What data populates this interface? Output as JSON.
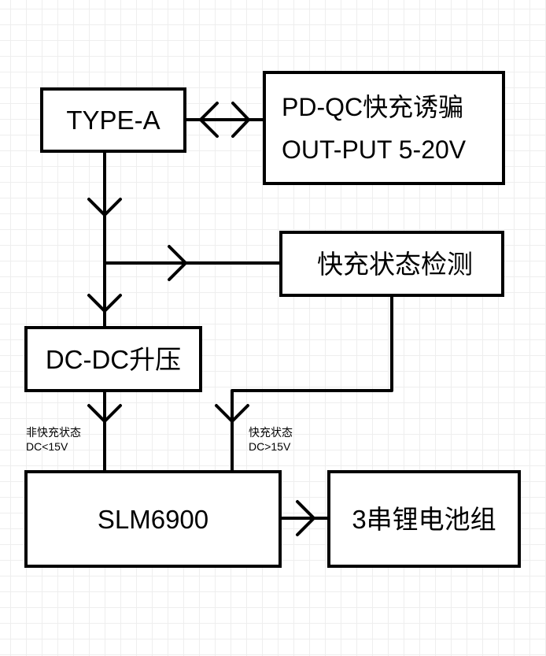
{
  "diagram": {
    "type": "block-diagram",
    "nodes": {
      "type_a": {
        "label": "TYPE-A"
      },
      "pd_qc": {
        "line1": "PD-QC快充诱骗",
        "line2": "OUT-PUT 5-20V"
      },
      "fast_detect": {
        "label": "快充状态检测"
      },
      "dcdc": {
        "label": "DC-DC升压"
      },
      "slm6900": {
        "label": "SLM6900"
      },
      "battery": {
        "label": "3串锂电池组"
      }
    },
    "edge_labels": {
      "non_fast": {
        "line1": "非快充状态",
        "line2": "DC<15V"
      },
      "fast": {
        "line1": "快充状态",
        "line2": "DC>15V"
      }
    },
    "edges": [
      {
        "from": "type_a",
        "to": "pd_qc",
        "direction": "bidirectional"
      },
      {
        "from": "type_a",
        "to": "fast_detect",
        "direction": "forward"
      },
      {
        "from": "type_a",
        "to": "dcdc",
        "direction": "forward"
      },
      {
        "from": "dcdc",
        "to": "slm6900",
        "direction": "forward",
        "label": "non_fast"
      },
      {
        "from": "fast_detect",
        "to": "slm6900",
        "direction": "forward",
        "label": "fast"
      },
      {
        "from": "slm6900",
        "to": "battery",
        "direction": "forward"
      }
    ],
    "colors": {
      "stroke": "#000000",
      "grid": "#eeeeee",
      "background": "#ffffff"
    }
  }
}
